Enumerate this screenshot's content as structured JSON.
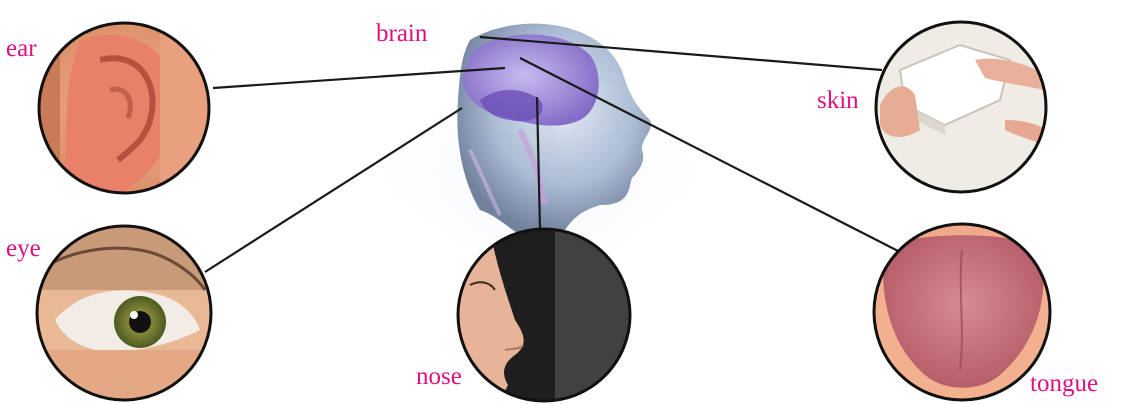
{
  "labels": {
    "ear": "ear",
    "brain": "brain",
    "skin": "skin",
    "eye": "eye",
    "nose": "nose",
    "tongue": "tongue"
  },
  "colors": {
    "label": "#e0107f",
    "connector": "#1a1a1a",
    "circle_border": "#111111",
    "skin_tone": "#f0a078",
    "brain_purple": "#9b7fd8",
    "head_glass": "#b9c8e0",
    "tongue": "#c8707a",
    "iris": "#7a7a30"
  }
}
